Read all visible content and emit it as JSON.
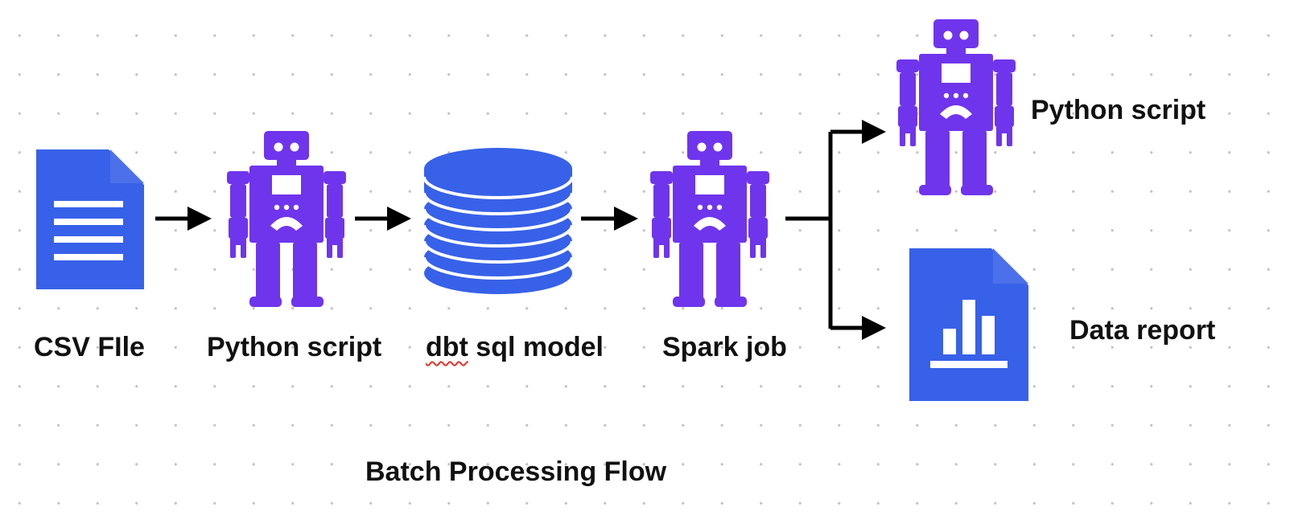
{
  "diagram": {
    "title": "Batch Processing Flow",
    "nodes": [
      {
        "id": "csv",
        "label": "CSV FIle",
        "icon": "document-icon"
      },
      {
        "id": "python1",
        "label": "Python script",
        "icon": "robot-icon"
      },
      {
        "id": "dbt_prefix",
        "label": "dbt",
        "icon": "database-icon"
      },
      {
        "id": "dbt_rest",
        "label": " sql model"
      },
      {
        "id": "spark",
        "label": "Spark job",
        "icon": "robot-icon"
      },
      {
        "id": "python2",
        "label": "Python script",
        "icon": "robot-icon"
      },
      {
        "id": "report",
        "label": "Data report",
        "icon": "bar-chart-report-icon"
      }
    ],
    "edges": [
      {
        "from": "CSV FIle",
        "to": "Python script"
      },
      {
        "from": "Python script",
        "to": "dbt sql model"
      },
      {
        "from": "dbt sql model",
        "to": "Spark job"
      },
      {
        "from": "Spark job",
        "to": "Python script"
      },
      {
        "from": "Spark job",
        "to": "Data report"
      }
    ]
  },
  "colors": {
    "document": "#3761e8",
    "robot": "#6f35ec",
    "arrow": "#000000",
    "text": "#111111",
    "dots": "#c4c4c4"
  }
}
